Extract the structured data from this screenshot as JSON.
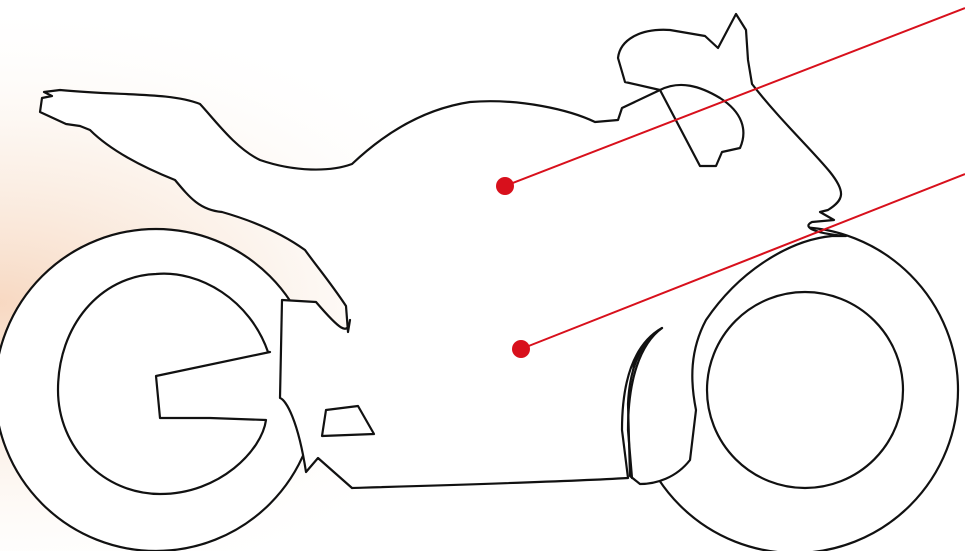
{
  "figure": {
    "subject": "motorcycle-outline",
    "colors": {
      "background": "#ffffff",
      "outline": "#111111",
      "callout": "#d8101c",
      "backdrop_glow": "#f3c9a6"
    },
    "callouts": [
      {
        "id": "callout-upper",
        "target_part": "fuel-tank-area"
      },
      {
        "id": "callout-lower",
        "target_part": "engine-area"
      }
    ]
  }
}
